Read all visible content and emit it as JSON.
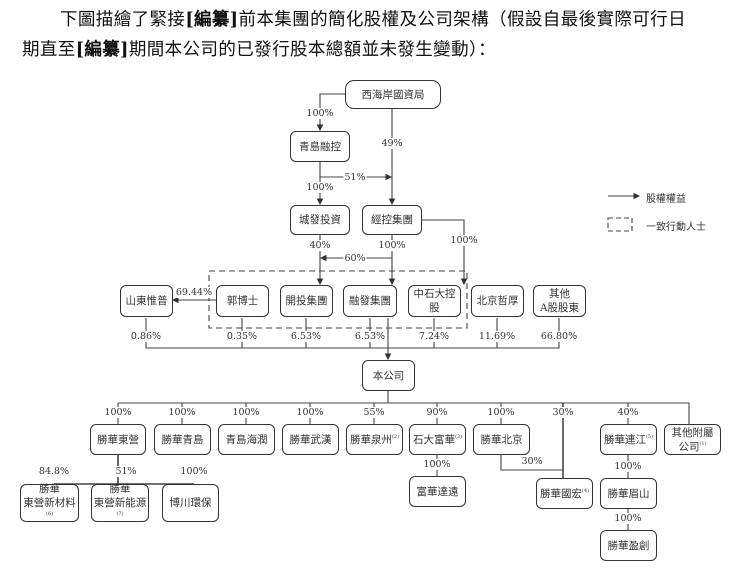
{
  "intro": {
    "line1_pre": "下圖描繪了緊接",
    "redacted": "[編纂]",
    "line1_post": "前本集團的簡化股權及公司架構（假設自最後實際可行日",
    "line2_pre": "期直至",
    "line2_post": "期間本公司的已發行股本總額並未發生變動）："
  },
  "legend": {
    "equity_interest": "股權權益",
    "concert_parties": "一致行動人士"
  },
  "nodes": {
    "xihaian": "西海岸國資局",
    "qd_rongkong": "青島融控",
    "chengfa": "城發投資",
    "jingkong": "經控集團",
    "shandong_weipu": "山東惟普",
    "dr_guo": "郭博士",
    "kaitou": "開投集團",
    "rongfa": "融發集團",
    "zhongshida": "中石大控股",
    "beijing_zhehou": "北京哲厚",
    "other_a_1": "其他",
    "other_a_2": "A股股東",
    "company": "本公司",
    "sh_dongying": "勝華東營",
    "sh_qingdao": "勝華青島",
    "qd_hairun": "青島海潤",
    "sh_wuhan": "勝華武漢",
    "sh_quanzhou": "勝華泉州",
    "sh_quanzhou_note": "(2)",
    "shida_fuhua": "石大富華",
    "shida_fuhua_note": "(3)",
    "sh_beijing": "勝華北京",
    "sh_lianjiang": "勝華連江",
    "sh_lianjiang_note": "(5)",
    "other_subs_1": "其他附屬",
    "other_subs_2": "公司",
    "other_subs_note": "(1)",
    "fuhua_dayuan": "富華達遠",
    "sh_guohong": "勝華國宏",
    "sh_guohong_note": "(4)",
    "sh_meishan": "勝華眉山",
    "sh_yingchuang": "勝華盈創",
    "dy_newmat_1": "勝華",
    "dy_newmat_2": "東營新材料",
    "dy_newmat_note": "(6)",
    "dy_newenergy_1": "勝華",
    "dy_newenergy_2": "東營新能源",
    "dy_newenergy_note": "(7)",
    "bochuan": "博川環保"
  },
  "percentages": {
    "xihaian_to_qd": "100%",
    "xihaian_to_jingkong": "49%",
    "qd_to_jingkong": "51%",
    "qd_to_chengfa": "100%",
    "chengfa_to_kaitou": "40%",
    "jingkong_to_rongfa": "100%",
    "jingkong_to_kaitou": "60%",
    "jingkong_to_zhongshida": "100%",
    "guo_to_weipu": "69.44%",
    "weipu": "0.86%",
    "guo": "0.35%",
    "kaitou": "6.53%",
    "rongfa": "6.53%",
    "zhongshida": "7.24%",
    "zhehou": "11.69%",
    "other_a": "66.80%",
    "sh_dongying": "100%",
    "sh_qingdao": "100%",
    "qd_hairun": "100%",
    "sh_wuhan": "100%",
    "sh_quanzhou": "55%",
    "shida_fuhua": "90%",
    "sh_beijing": "100%",
    "sh_guohong_company": "30%",
    "sh_lianjiang": "40%",
    "fuhua_dayuan": "100%",
    "beijing_to_guohong": "30%",
    "meishan": "100%",
    "yingchuang": "100%",
    "dy_newmat": "84.8%",
    "dy_newenergy": "51%",
    "bochuan": "100%"
  }
}
